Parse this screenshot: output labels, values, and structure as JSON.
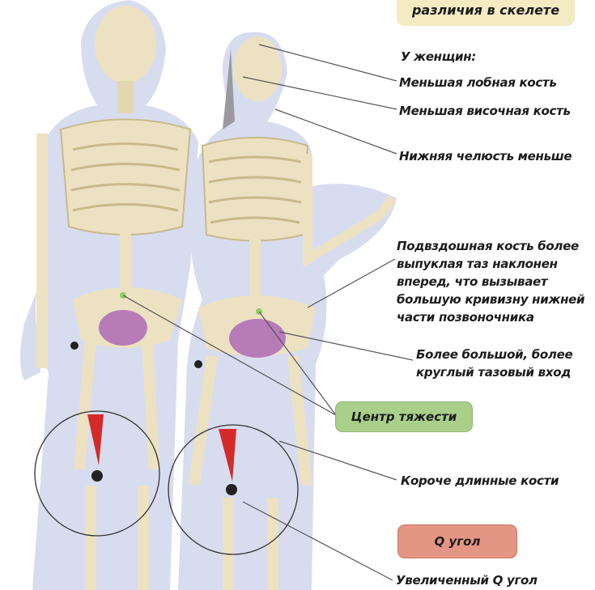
{
  "title_box": {
    "text": "различия в скелете",
    "color": "#f5ebc3"
  },
  "labels": {
    "heading": "У женщин:",
    "frontal": "Меньшая лобная кость",
    "temporal": "Меньшая височная кость",
    "jaw": "Нижняя челюсть меньше",
    "ilium": "Подвздошная кость более выпуклая таз наклонен вперед, что вызывает большую кривизну нижней части позвоночника",
    "pelvic_inlet": "Более большой, более круглый тазовый вход",
    "long_bones": "Короче длинные кости",
    "q_angle_increased": "Увеличенный Q угол"
  },
  "boxes": {
    "center_gravity": {
      "text": "Центр тяжести",
      "color": "#a9cf8a"
    },
    "q_angle": {
      "text": "Q угол",
      "color": "#e49583"
    }
  },
  "colors": {
    "body": "#d8dcef",
    "bone": "#ece2c2",
    "pelvis_inlet": "#b77bb8",
    "q_marker": "#d42a2a"
  }
}
